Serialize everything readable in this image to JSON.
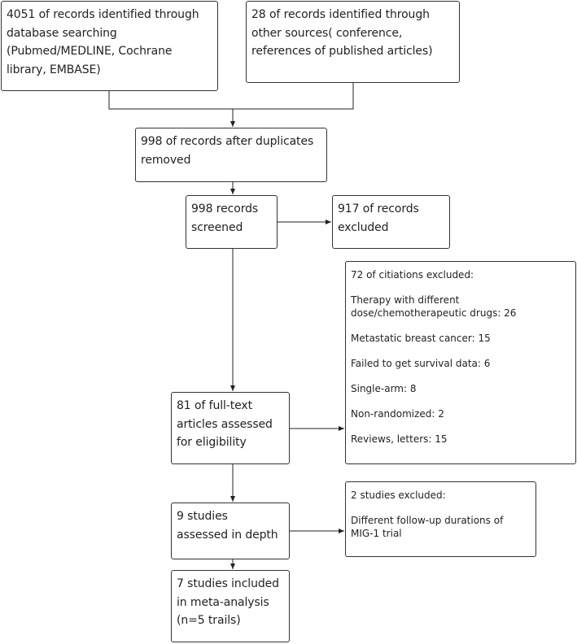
{
  "flow": {
    "db_search": "4051 of records identified through\ndatabase searching\n(Pubmed/MEDLINE, Cochrane\nlibrary, EMBASE)",
    "other_sources": "28 of records identified through\nother sources( conference,\nreferences of published articles)",
    "after_duplicates": "998 of records after duplicates\nremoved",
    "screened": "998 records\nscreened",
    "screen_excluded": "917 of records\nexcluded",
    "fulltext": "81 of full-text\narticles assessed\nfor eligibility",
    "in_depth": "9 studies\nassessed in depth",
    "included": "7 studies included\nin meta-analysis\n(n=5 trails)"
  },
  "citations_excluded": {
    "heading": "72 of citiations excluded:",
    "reasons": [
      "Therapy with different\ndose/chemotherapeutic drugs: 26",
      "Metastatic breast cancer: 15",
      "Failed to get survival data: 6",
      "Single-arm: 8",
      "Non-randomized: 2",
      "Reviews, letters: 15"
    ]
  },
  "studies_excluded": {
    "heading": "2 studies excluded:",
    "reason": "Different follow-up durations of\nMIG-1 trial"
  }
}
